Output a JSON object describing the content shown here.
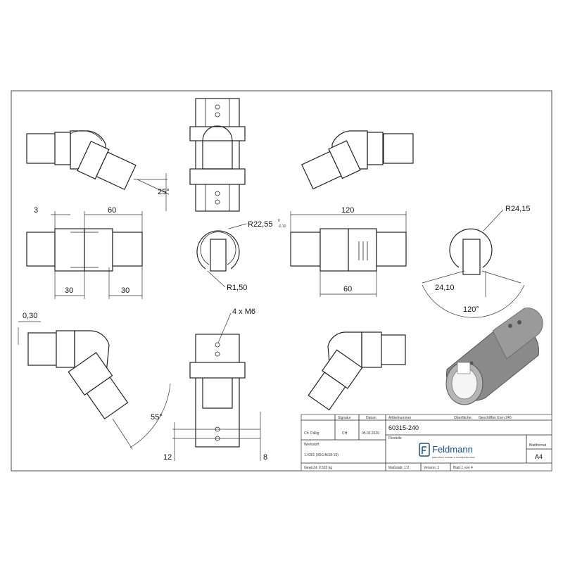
{
  "dimensions": {
    "angle_top_left": "25°",
    "dim_3": "3",
    "dim_60_top": "60",
    "dim_30_left": "30",
    "dim_30_right": "30",
    "radius_r22": "R22,55",
    "radius_r22_tol_upper": "0",
    "radius_r22_tol_lower": "-0,10",
    "radius_r150": "R1,50",
    "dim_120": "120",
    "dim_60_bottom": "60",
    "radius_r24": "R24,15",
    "dim_24_10": "24,10",
    "angle_120": "120°",
    "dim_0_30": "0,30",
    "angle_55": "55°",
    "thread_4xm6": "4 x M6",
    "dim_12": "12",
    "dim_8": "8"
  },
  "title_block": {
    "col_drafter": "Ch. Pällig",
    "col_signature_header": "Signatur",
    "col_signature": "CH",
    "col_date_header": "Datum",
    "col_date": "05.03.2020",
    "article_number_label": "Artikelnummer",
    "article_number": "60315-240",
    "surface_label": "Oberfläche:",
    "surface_value": "Geschliffen Korn 240",
    "title_label": "Flexteile",
    "material_label": "Werkstoff:",
    "material_value": "1.4301 (X5CrNi18-10)",
    "company": "Feldmann",
    "company_tagline": "EDELSTAHL HANDEL & SCHWEIßTECHNIK",
    "sheet_format_label": "Blattformat",
    "sheet_format_value": "A4",
    "weight": "Gewicht: 0.502 kg",
    "scale": "Maßstab: 1:2",
    "version": "Version: 1",
    "sheet": "Blatt 1 von 4"
  }
}
